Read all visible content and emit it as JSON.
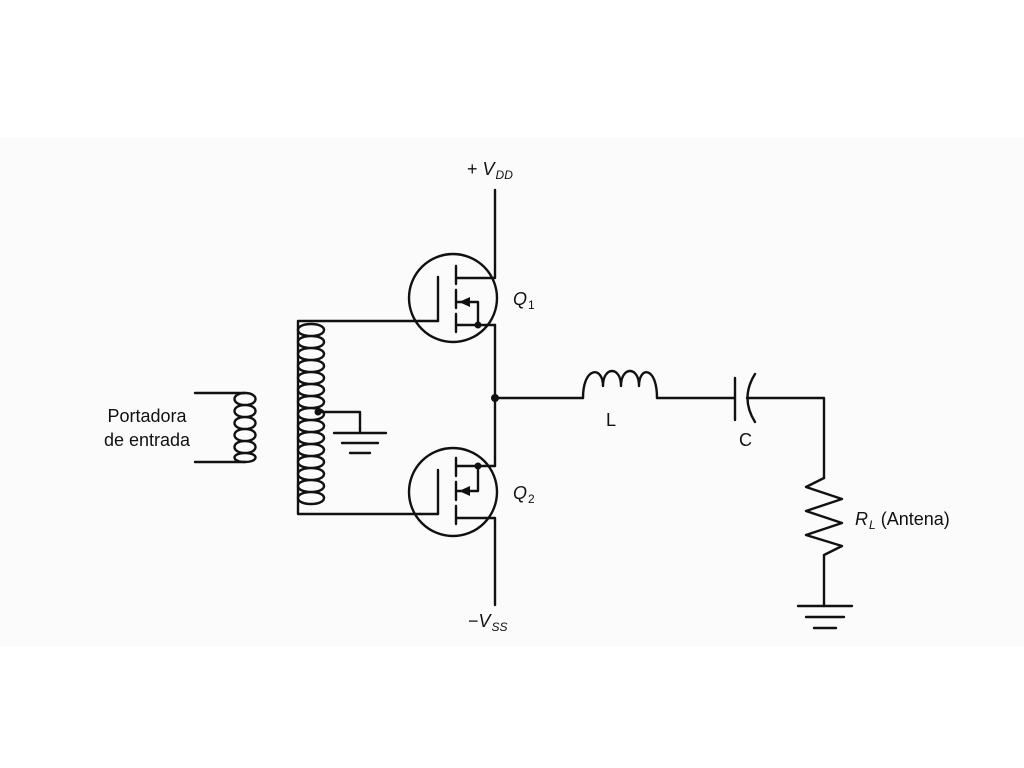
{
  "labels": {
    "vdd_sign": "+",
    "vdd_main": "V",
    "vdd_sub": "DD",
    "vss_sign": "−",
    "vss_main": "V",
    "vss_sub": "SS",
    "q1_main": "Q",
    "q1_sub": "1",
    "q2_main": "Q",
    "q2_sub": "2",
    "inductor": "L",
    "capacitor": "C",
    "rl_main": "R",
    "rl_sub": "L",
    "rl_note": "(Antena)",
    "input_line1": "Portadora",
    "input_line2": "de entrada"
  },
  "colors": {
    "ink": "#111111",
    "background": "#ffffff",
    "panel": "#fbfbfb"
  }
}
